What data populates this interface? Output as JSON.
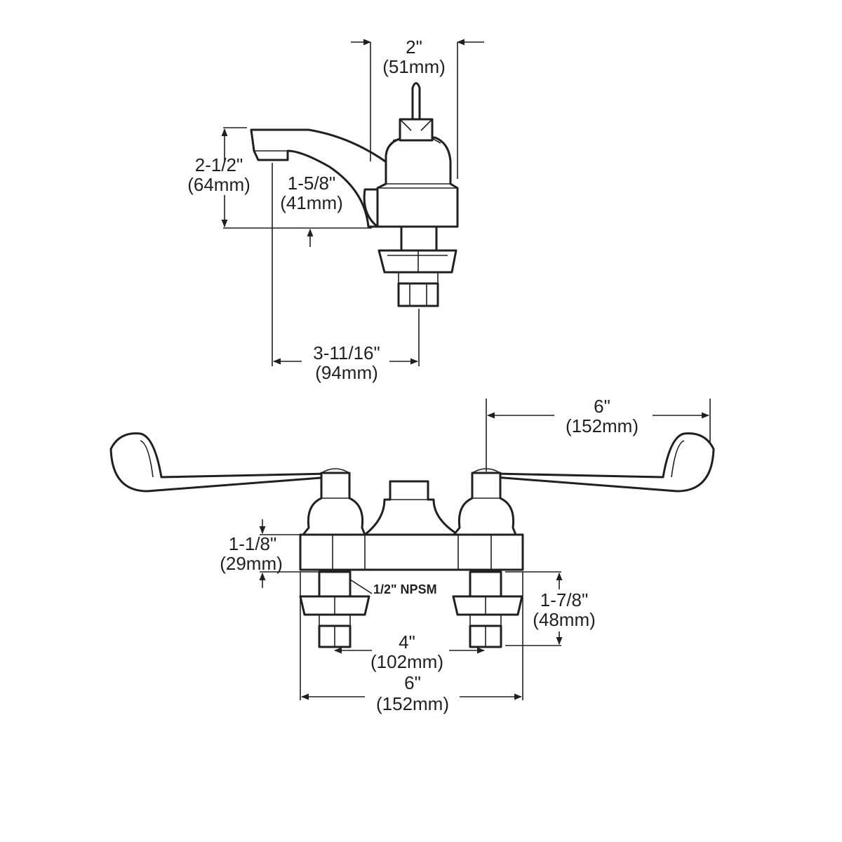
{
  "side_view": {
    "dimensions": {
      "handle_offset": {
        "imperial": "2\"",
        "metric": "(51mm)"
      },
      "spout_height": {
        "imperial": "2-1/2\"",
        "metric": "(64mm)"
      },
      "spout_clearance": {
        "imperial": "1-5/8\"",
        "metric": "(41mm)"
      },
      "spout_reach": {
        "imperial": "3-11/16\"",
        "metric": "(94mm)"
      }
    }
  },
  "front_view": {
    "dimensions": {
      "handle_length": {
        "imperial": "6\"",
        "metric": "(152mm)"
      },
      "base_height": {
        "imperial": "1-1/8\"",
        "metric": "(29mm)"
      },
      "shank_length": {
        "imperial": "1-7/8\"",
        "metric": "(48mm)"
      },
      "center_spread": {
        "imperial": "4\"",
        "metric": "(102mm)"
      },
      "base_width": {
        "imperial": "6\"",
        "metric": "(152mm)"
      }
    },
    "connection_label": "1/2\" NPSM"
  },
  "colors": {
    "line": "#231f20",
    "background": "#ffffff"
  }
}
